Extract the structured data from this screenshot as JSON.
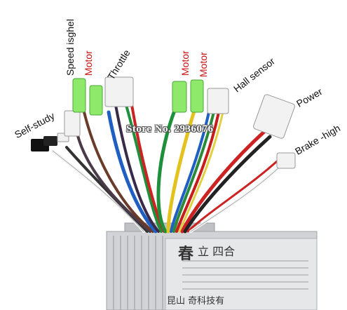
{
  "labels": {
    "speed": "Speed isghel",
    "motor1": "Motor",
    "throttle": "Throttle",
    "motor2": "Motor",
    "motor3": "Motor",
    "hall": "Hall sensor",
    "self_study": "Self-study",
    "power": "Power",
    "brake": "Brake -high"
  },
  "watermark": "Store No. 2936076",
  "controller_text": {
    "line1": "立 四合",
    "line2": "春",
    "line3": "昆山 奇科技有"
  },
  "colors": {
    "label_text": "#111111",
    "motor_label": "#cc1111",
    "connector_green": "#8ee86a",
    "connector_white": "#f2f2f2",
    "housing": "#c9cbce"
  }
}
